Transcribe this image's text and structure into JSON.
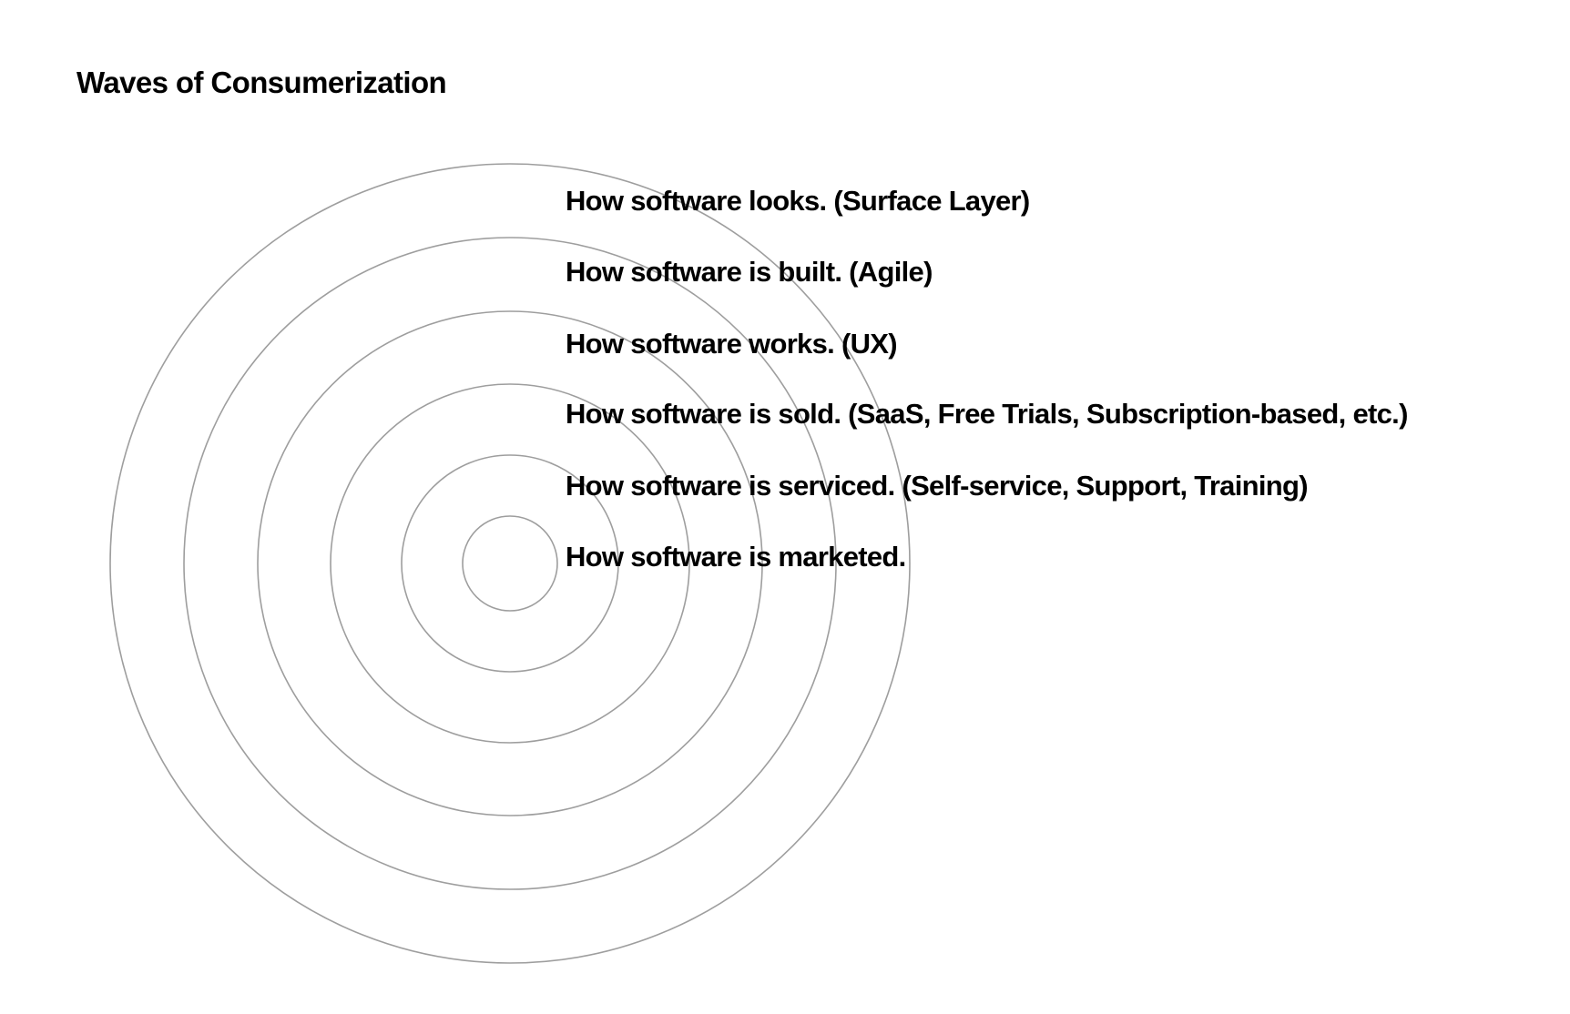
{
  "title": "Waves of Consumerization",
  "diagram": {
    "type": "concentric-circles",
    "ring_color": "#9e9e9e",
    "layers": [
      {
        "label": "How software looks. (Surface Layer)"
      },
      {
        "label": "How software is built. (Agile)"
      },
      {
        "label": "How software works. (UX)"
      },
      {
        "label": "How software is sold. (SaaS, Free Trials, Subscription-based, etc.)"
      },
      {
        "label": "How software is serviced. (Self-service, Support, Training)"
      },
      {
        "label": "How software is marketed."
      }
    ]
  }
}
